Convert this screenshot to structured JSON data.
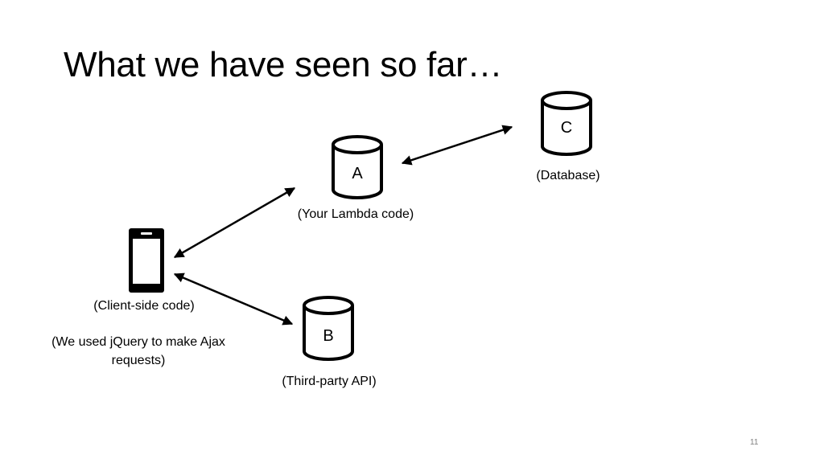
{
  "slide": {
    "title": "What we have seen so far…",
    "page_number": "11"
  },
  "nodes": {
    "database": {
      "letter": "C",
      "caption": "(Database)"
    },
    "lambda": {
      "letter": "A",
      "caption": "(Your Lambda code)"
    },
    "third_party": {
      "letter": "B",
      "caption": "(Third-party API)"
    },
    "client": {
      "caption": "(Client-side code)",
      "note": "(We used jQuery to make Ajax requests)"
    }
  },
  "colors": {
    "stroke": "#000000",
    "background": "#ffffff",
    "page_number": "#7f7f7f"
  },
  "icons": {
    "storage": "cylinder-icon",
    "device": "smartphone-icon"
  }
}
